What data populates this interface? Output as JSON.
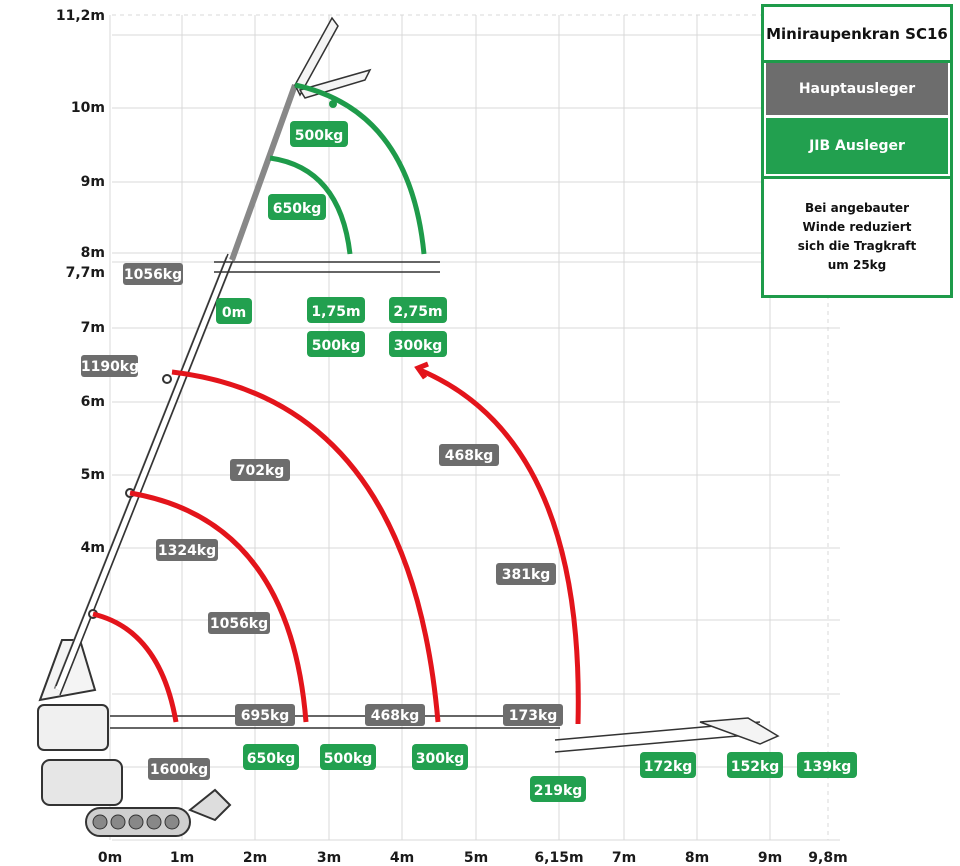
{
  "y_axis_labels": [
    "11,2m",
    "10m",
    "9m",
    "8m",
    "7,7m",
    "7m",
    "6m",
    "5m",
    "4m"
  ],
  "x_axis_labels": [
    "0m",
    "1m",
    "2m",
    "3m",
    "4m",
    "5m",
    "6,15m",
    "7m",
    "8m",
    "9m",
    "9,8m"
  ],
  "legend": {
    "title": "Miniraupenkran SC16",
    "main_boom": "Hauptausleger",
    "jib_boom": "JIB Ausleger",
    "note_lines": [
      "Bei angebauter",
      "Winde reduziert",
      "sich die Tragkraft",
      "um 25kg"
    ]
  },
  "main_boom_labels": {
    "tip_770": "1056kg",
    "tip_645": "1190kg",
    "arc_2_702": "702kg",
    "arc_1_1324": "1324kg",
    "arc_1_1056": "1056kg",
    "arc_3_468": "468kg",
    "arc_3_381": "381kg",
    "base": "1600kg",
    "h_695": "695kg",
    "h_468": "468kg",
    "h_173": "173kg"
  },
  "ground_capacity_labels": [
    "650kg",
    "500kg",
    "300kg",
    "219kg",
    "172kg",
    "152kg",
    "139kg"
  ],
  "jib_labels": {
    "arc_500": "500kg",
    "arc_650": "650kg",
    "r_0": "0m",
    "r_175": "1,75m",
    "r_275": "2,75m",
    "cap_175": "500kg",
    "cap_275": "300kg"
  },
  "colors": {
    "main_arc": "#e3141b",
    "jib_arc": "#1e9b4a",
    "gray_label": "#6d6d6d",
    "green_label": "#22a04f",
    "grid": "#d9d9d9"
  }
}
